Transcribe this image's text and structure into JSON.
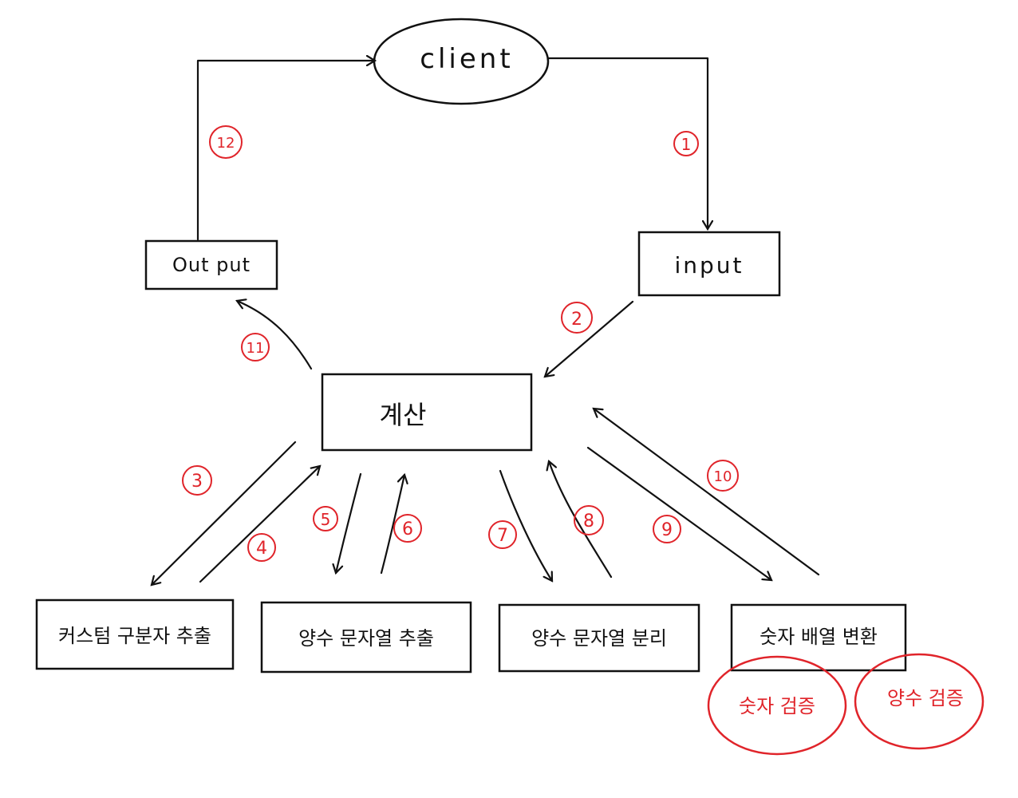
{
  "nodes": {
    "client": "client",
    "input": "input",
    "output": "Out put",
    "calc": "계산",
    "custom_delim": "커스텀 구분자 추출",
    "positive_str_extract": "양수 문자열 추출",
    "positive_str_split": "양수 문자열 분리",
    "number_array": "숫자 배열 변환",
    "number_validate": "숫자 검증",
    "positive_validate": "양수 검증"
  },
  "steps": {
    "s1": "1",
    "s2": "2",
    "s3": "3",
    "s4": "4",
    "s5": "5",
    "s6": "6",
    "s7": "7",
    "s8": "8",
    "s9": "9",
    "s10": "10",
    "s11": "11",
    "s12": "12"
  },
  "colors": {
    "ink": "#111111",
    "accent_red": "#e0242a"
  }
}
